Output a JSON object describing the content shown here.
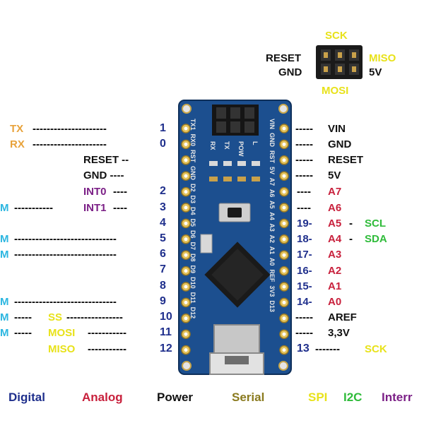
{
  "header": {
    "sck": "SCK",
    "reset": "RESET",
    "gnd": "GND",
    "miso": "MISO",
    "v5": "5V",
    "mosi": "MOSI"
  },
  "board": {
    "top_left": "TX1  RX0  RST  GND  D2  D3  D4  D5  D6  D7  D8  D9  D10  D11  D12",
    "top_right": "VIN  GND  RST  5V  A7  A6  A5  A4  A3  A2  A1  A0  REF  3V3  D13",
    "led_rx": "RX",
    "led_tx": "TX",
    "led_pow": "POW",
    "led_l": "L"
  },
  "left": {
    "tx": "TX",
    "tx_dash": "---------------------",
    "tx_num": "1",
    "rx": "RX",
    "rx_dash": "---------------------",
    "rx_num": "0",
    "reset": "RESET --",
    "gnd": "GND ----",
    "int0": "INT0",
    "int0_dash": "----",
    "int0_num": "2",
    "m3": "M",
    "m3_dash": "-----------",
    "int1": "INT1",
    "int1_dash": "----",
    "int1_num": "3",
    "num4": "4",
    "m5": "M",
    "m5_dash": "-----------------------------",
    "num5": "5",
    "m6": "M",
    "m6_dash": "-----------------------------",
    "num6": "6",
    "num7": "7",
    "num8": "8",
    "m9": "M",
    "m9_dash": "-----------------------------",
    "num9": "9",
    "m10": "M",
    "m10_dash": "-----",
    "ss": "SS",
    "ss_dash": "----------------",
    "num10": "10",
    "m11": "M",
    "m11_dash": "-----",
    "mosi": "MOSI",
    "mosi_dash": "-----------",
    "num11": "11",
    "miso": "MISO",
    "miso_dash": "-----------",
    "num12": "12"
  },
  "right": {
    "vin_dash": "-----",
    "vin": "VIN",
    "gnd_dash": "-----",
    "gnd": "GND",
    "reset_dash": "-----",
    "reset": "RESET",
    "v5_dash": "-----",
    "v5": "5V",
    "a7_dash": "----",
    "a7": "A7",
    "a6_dash": "----",
    "a6": "A6",
    "n19": "19-",
    "a5": "A5",
    "a5_sep": "-",
    "scl": "SCL",
    "n18": "18-",
    "a4": "A4",
    "a4_sep": "-",
    "sda": "SDA",
    "n17": "17-",
    "a3": "A3",
    "n16": "16-",
    "a2": "A2",
    "n15": "15-",
    "a1": "A1",
    "n14": "14-",
    "a0": "A0",
    "aref_dash": "-----",
    "aref": "AREF",
    "v33_dash": "-----",
    "v33": "3,3V",
    "n13": "13",
    "sck_dash": "-------",
    "sck": "SCK"
  },
  "legend": {
    "digital": "Digital",
    "analog": "Analog",
    "power": "Power",
    "serial": "Serial",
    "spi": "SPI",
    "i2c": "I2C",
    "interrupt": "Interr"
  }
}
